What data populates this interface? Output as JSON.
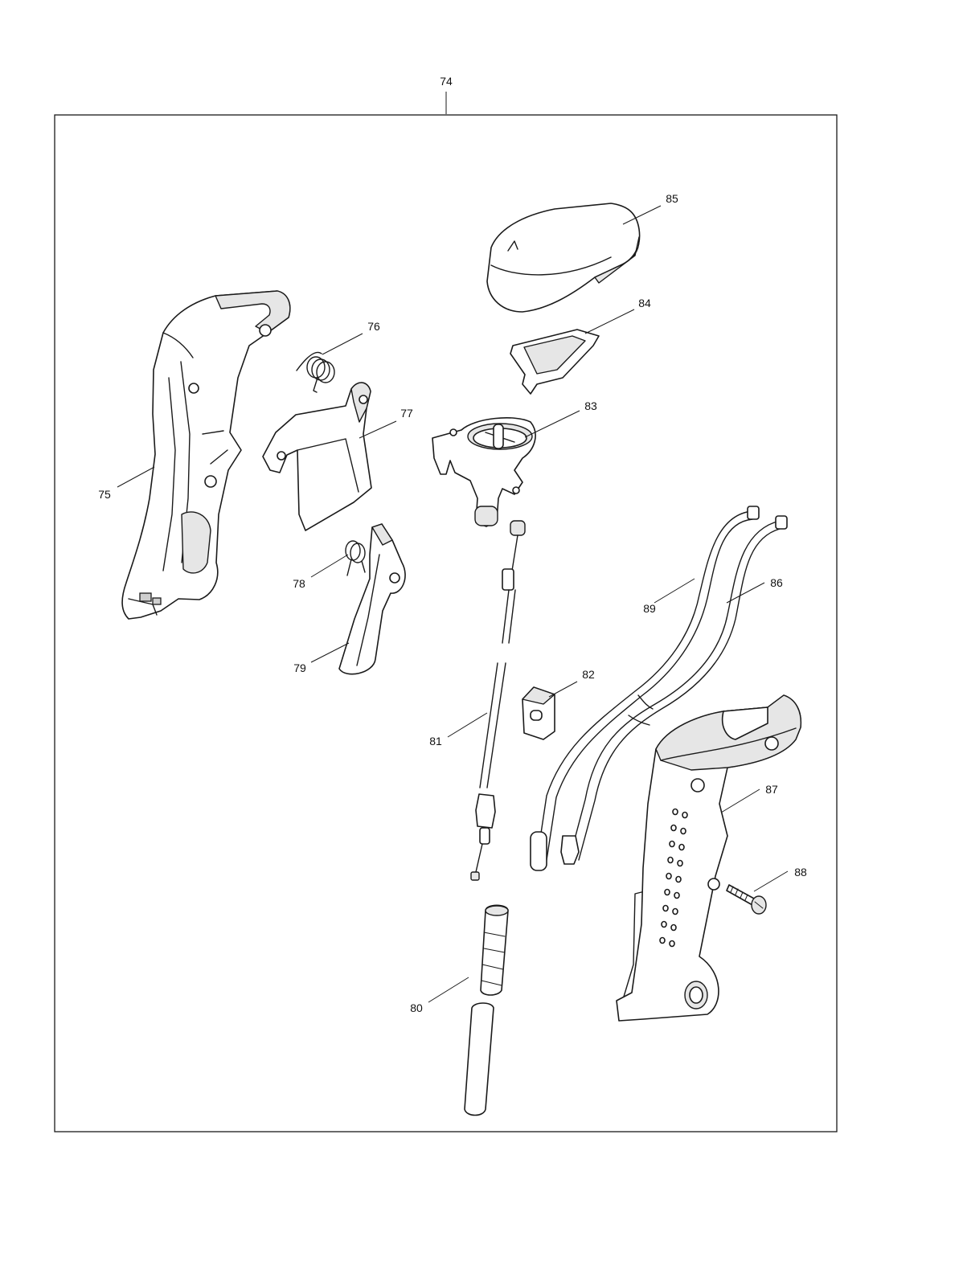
{
  "assembly": {
    "number": "74"
  },
  "callouts": [
    {
      "id": "75",
      "label": "75"
    },
    {
      "id": "76",
      "label": "76"
    },
    {
      "id": "77",
      "label": "77"
    },
    {
      "id": "78",
      "label": "78"
    },
    {
      "id": "79",
      "label": "79"
    },
    {
      "id": "80",
      "label": "80"
    },
    {
      "id": "81",
      "label": "81"
    },
    {
      "id": "82",
      "label": "82"
    },
    {
      "id": "83",
      "label": "83"
    },
    {
      "id": "84",
      "label": "84"
    },
    {
      "id": "85",
      "label": "85"
    },
    {
      "id": "86",
      "label": "86"
    },
    {
      "id": "87",
      "label": "87"
    },
    {
      "id": "88",
      "label": "88"
    },
    {
      "id": "89",
      "label": "89"
    }
  ],
  "colors": {
    "ink": "#1a1a1a",
    "fill_light": "#e6e6e6",
    "background": "#ffffff"
  }
}
